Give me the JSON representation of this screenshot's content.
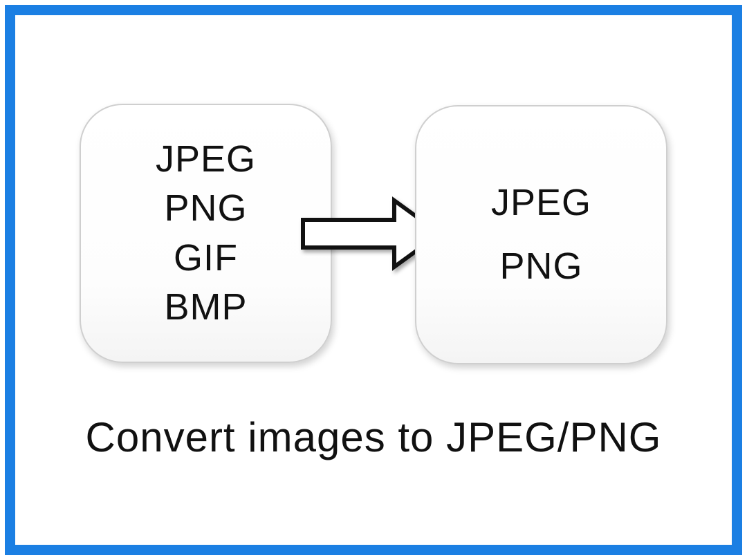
{
  "frame": {
    "border_color": "#1b7fe3",
    "background_color": "#ffffff"
  },
  "diagram": {
    "source_box": {
      "formats": [
        "JPEG",
        "PNG",
        "GIF",
        "BMP"
      ]
    },
    "target_box": {
      "formats": [
        "JPEG",
        "PNG"
      ]
    },
    "arrow": {
      "direction": "right",
      "meaning": "conversion"
    },
    "caption": "Convert images to JPEG/PNG"
  }
}
